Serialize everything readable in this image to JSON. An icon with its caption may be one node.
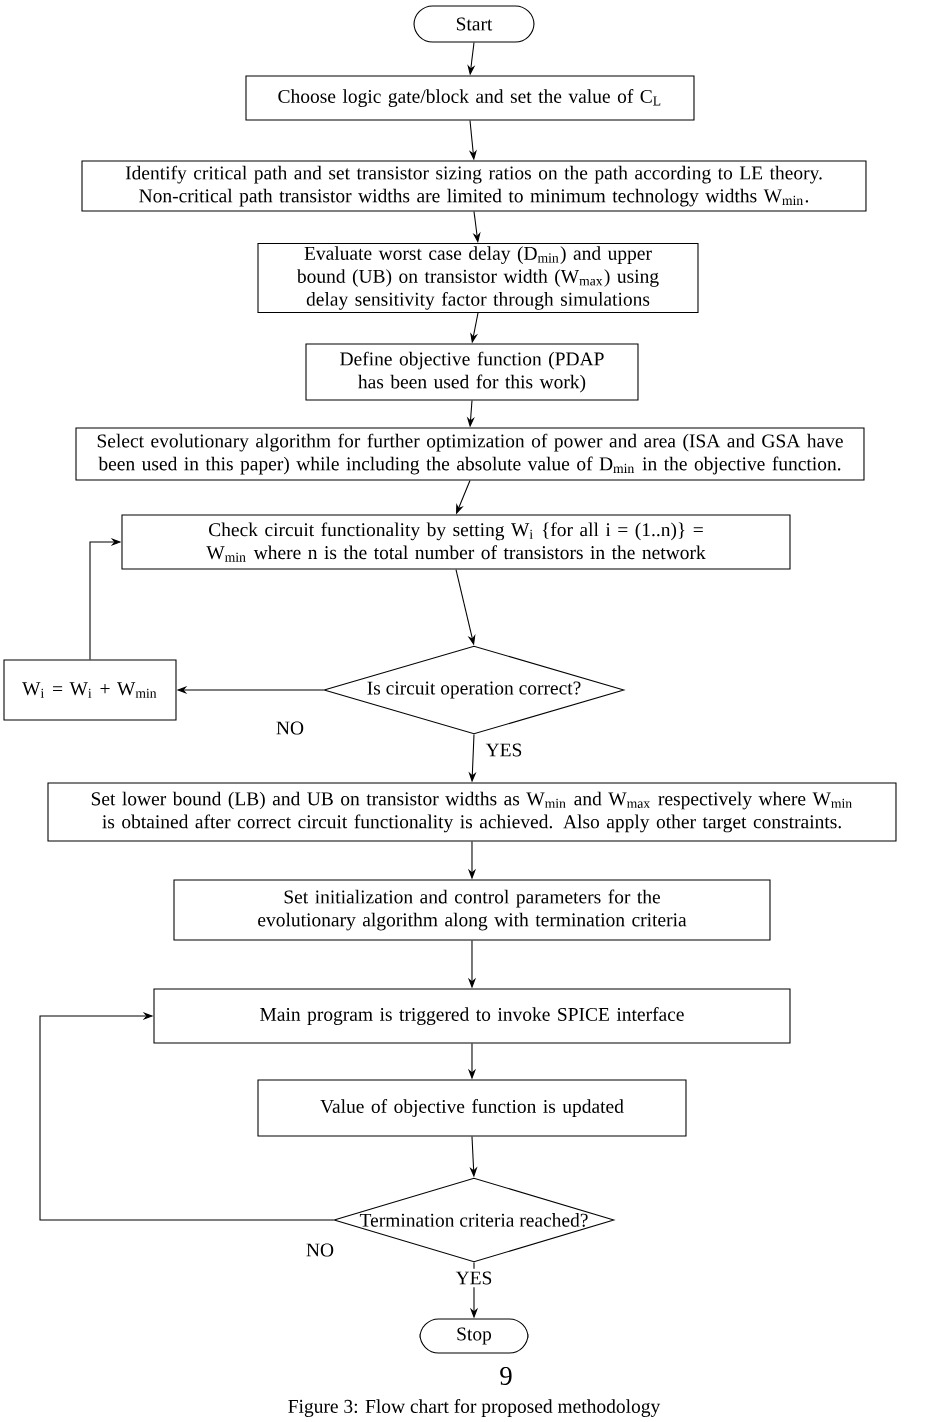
{
  "diagram": {
    "caption": "Figure 3: Flow chart for proposed methodology",
    "nodes": [
      {
        "text": [
          "Start"
        ]
      },
      {
        "text": [
          "Choose logic gate/block and set the value of C$_{L}$"
        ]
      },
      {
        "text": [
          "Identify critical path and set transistor sizing ratios on the path according to LE theory. Non-critical path transistor widths are limited to minimum technology widths W$_{min}$."
        ]
      },
      {
        "text": [
          "Evaluate worst case delay (D$_{min}$) and upper bound (UB) on transistor width (W$_{max}$) using delay sensitivity factor through simulations"
        ]
      },
      {
        "text": [
          "Define objective function (PDAP has been used for this work)"
        ]
      },
      {
        "text": [
          "Select evolutionary algorithm for further optimization of power and area (ISA and GSA have been used in this paper) while including the absolute value of D$_{min}$ in the objective function."
        ]
      },
      {
        "text": [
          "Check circuit functionality by setting W$_{i}$ {for all i = (1..n)} = W$_{min}$ where n is the total number of transistors in the network"
        ]
      },
      {
        "text": [
          "Is circuit operation correct?"
        ]
      },
      {
        "text": [
          "W$_{i}$ = W$_{i}$ + W$_{min}$"
        ]
      },
      {
        "text": [
          "Set lower bound (LB) and UB on transistor widths as W$_{min}$ and W$_{max}$ respectively where W$_{min}$ is obtained after correct circuit functionality is achieved. Also apply other target constraints."
        ]
      },
      {
        "text": [
          "Set initialization and control parameters for the evolutionary algorithm along with termination criteria"
        ]
      },
      {
        "text": [
          "Main program is triggered to invoke SPICE interface"
        ]
      },
      {
        "text": [
          "Value of objective function is updated"
        ]
      },
      {
        "text": [
          "Termination criteria reached?"
        ]
      },
      {
        "text": [
          "Stop"
        ]
      }
    ],
    "edges": [
      {
        "from": 0,
        "to": 1,
        "arrow": "to"
      },
      {
        "from": 1,
        "to": 2,
        "arrow": "to"
      },
      {
        "from": 2,
        "to": 3,
        "arrow": "to"
      },
      {
        "from": 3,
        "to": 4,
        "arrow": "to"
      },
      {
        "from": 4,
        "to": 5,
        "arrow": "to"
      },
      {
        "from": 5,
        "to": 6,
        "arrow": "to"
      },
      {
        "from": 6,
        "to": 7,
        "arrow": "to"
      },
      {
        "from": 7,
        "to": 8,
        "label": "NO",
        "arrow": "to"
      },
      {
        "from": 8,
        "to": 6,
        "arrow": "to"
      },
      {
        "from": 7,
        "to": 9,
        "label": "YES",
        "arrow": "to"
      },
      {
        "from": 9,
        "to": 10,
        "arrow": "to"
      },
      {
        "from": 10,
        "to": 11,
        "arrow": "to"
      },
      {
        "from": 11,
        "to": 12,
        "arrow": "to"
      },
      {
        "from": 12,
        "to": 13,
        "arrow": "to"
      },
      {
        "from": 13,
        "to": 11,
        "label": "NO",
        "arrow": "to"
      },
      {
        "from": 13,
        "to": 14,
        "label": "YES",
        "arrow": "to"
      }
    ],
    "labels": [
      "9"
    ]
  }
}
